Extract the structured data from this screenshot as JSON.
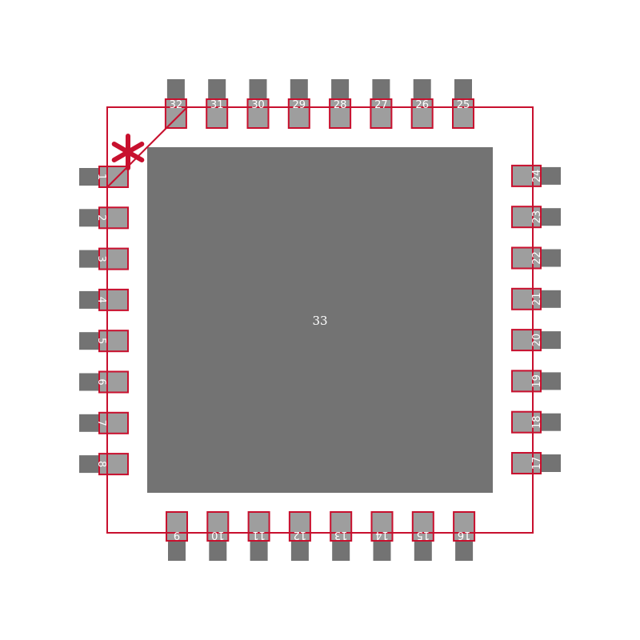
{
  "colors": {
    "background": "#ffffff",
    "exposed_pad": "#737373",
    "lead": "#737373",
    "pad_fill": "#9e9e9e",
    "outline": "#c8102e",
    "label": "#ffffff"
  },
  "center_pad": {
    "label": "33"
  },
  "pins": {
    "left": [
      "1",
      "2",
      "3",
      "4",
      "5",
      "6",
      "7",
      "8"
    ],
    "bottom": [
      "9",
      "10",
      "11",
      "12",
      "13",
      "14",
      "15",
      "16"
    ],
    "right": [
      "17",
      "18",
      "19",
      "20",
      "21",
      "22",
      "23",
      "24"
    ],
    "top": [
      "25",
      "26",
      "27",
      "28",
      "29",
      "30",
      "31",
      "32"
    ]
  },
  "marker": {
    "symbol": "*",
    "icon": "pin1-asterisk-icon"
  }
}
